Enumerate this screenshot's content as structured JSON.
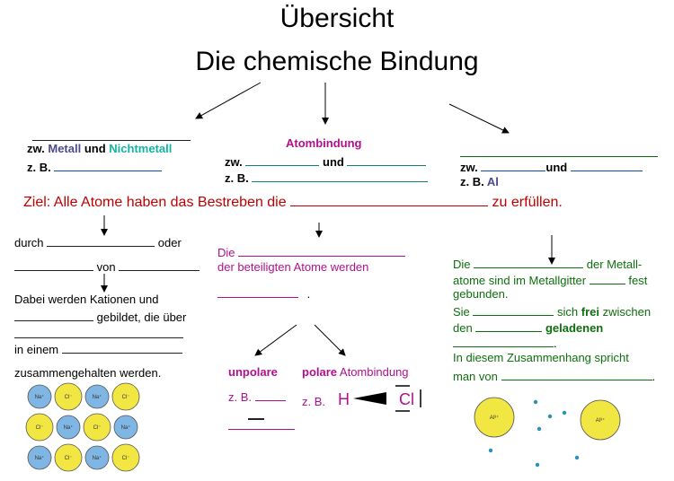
{
  "title": {
    "line1": "Übersicht",
    "line2": "Die chemische Bindung"
  },
  "left_branch": {
    "zw": "zw.",
    "metall": "Metall",
    "und": "und",
    "nichtmetall": "Nichtmetall",
    "zb": "z. B."
  },
  "center_branch": {
    "heading": "Atombindung",
    "zw": "zw.",
    "und": "und",
    "zb": "z. B."
  },
  "right_branch": {
    "zw": "zw.",
    "und": "und",
    "zb": "z. B.",
    "example": "Al"
  },
  "goal": {
    "text_before": "Ziel: Alle Atome haben das Bestreben die",
    "text_after": "zu erfüllen."
  },
  "left_column": {
    "durch": "durch",
    "oder": "oder",
    "von": "von",
    "kationen": "Dabei werden Kationen und",
    "gebildet": "gebildet, die über",
    "in_einem": "in einem",
    "zusammen": "zusammengehalten werden."
  },
  "center_column": {
    "die": "Die",
    "beteiligten": "der beteiligten Atome werden",
    "dot": ".",
    "unpolare": "unpolare",
    "polare": "polare",
    "atombindung": "Atombindung",
    "zb1": "z. B.",
    "zb2": "z. B.",
    "h_symbol": "H",
    "cl_symbol": "Cl"
  },
  "right_column": {
    "die": "Die",
    "der_metall": "der Metall-",
    "atome_sind": "atome sind im Metallgitter",
    "fest": "fest",
    "gebunden": "gebunden.",
    "sie": "Sie",
    "sich": "sich",
    "frei": "frei",
    "zwischen": "zwischen",
    "den": "den",
    "geladenen": "geladenen",
    "dot": ".",
    "zusammenhang": "In diesem Zusammenhang spricht",
    "man_von": "man von",
    "dot2": "."
  },
  "lattice": {
    "na_label": "Na⁺",
    "cl_label": "Cl⁻",
    "al_label": "Al³⁺"
  },
  "colors": {
    "metall": "#4a4a8c",
    "nichtmetall": "#13b5a0",
    "pink": "#b0108d",
    "red": "#c00000",
    "green": "#0d6f0d",
    "na_ion": "#7fb6e3",
    "cl_ion": "#f2e642",
    "electron": "#2b8fb8"
  }
}
